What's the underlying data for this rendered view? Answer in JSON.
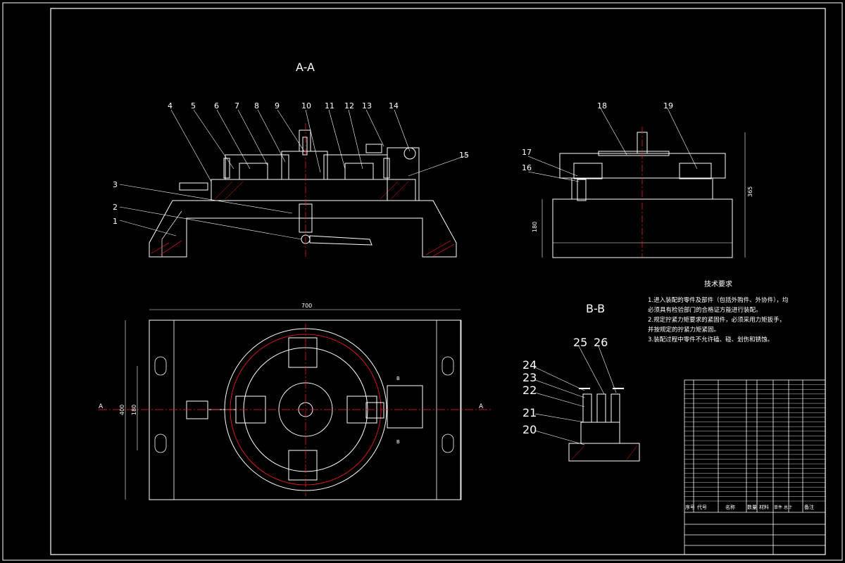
{
  "views": {
    "section_aa": "A-A",
    "section_bb": "B-B",
    "cut_marker_left": "A",
    "cut_marker_right": "A",
    "cut_marker_b_top": "B",
    "cut_marker_b_bottom": "B"
  },
  "balloons": [
    "1",
    "2",
    "3",
    "4",
    "5",
    "6",
    "7",
    "8",
    "9",
    "10",
    "11",
    "12",
    "13",
    "14",
    "15",
    "16",
    "17",
    "18",
    "19",
    "20",
    "21",
    "22",
    "23",
    "24",
    "25",
    "26"
  ],
  "dimensions": {
    "plan_width": "700",
    "plan_height": "400",
    "plan_slot": "180",
    "side_height": "180",
    "side_total": "365"
  },
  "tech_requirements": {
    "title": "技术要求",
    "items": [
      "1.进入装配的零件及部件（包括外购件、外协件），均必须具有检验部门的合格证方能进行装配。",
      "2.规定拧紧力矩要求的紧固件，必须采用力矩扳手，并按规定的拧紧力矩紧固。",
      "3.装配过程中零件不允许磕、碰、划伤和锈蚀。"
    ]
  },
  "title_block": {
    "header": [
      "序号",
      "代号",
      "名称",
      "数量",
      "材料",
      "单件 总计",
      "备注"
    ],
    "row_count": 26
  },
  "colors": {
    "background": "#000000",
    "lines": "#ffffff",
    "centerline": "#ff2020",
    "hatch": "#ff2020",
    "dim": "#ffffff"
  }
}
